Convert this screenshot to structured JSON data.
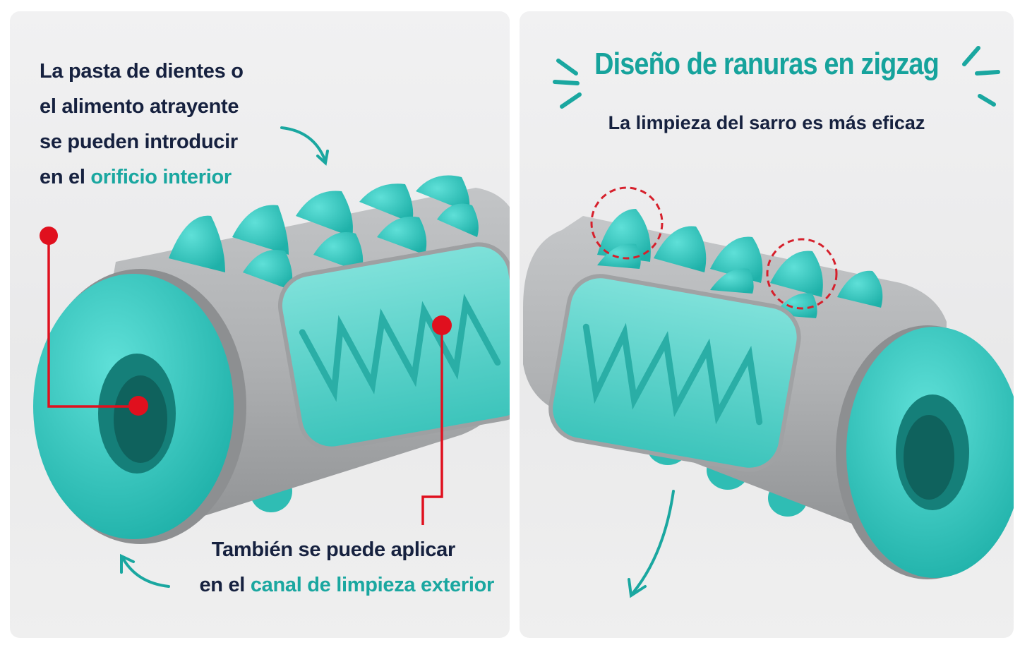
{
  "left_panel": {
    "top_text": {
      "line1": "La pasta de dientes o",
      "line2": "el alimento atrayente",
      "line3": "se pueden introducir",
      "line4_prefix": "en el ",
      "line4_highlight": "orificio interior"
    },
    "bottom_text": {
      "line1": "También se puede aplicar",
      "line2_prefix": "en el ",
      "line2_highlight": "canal de limpieza exterior"
    }
  },
  "right_panel": {
    "title": "Diseño de ranuras en zigzag",
    "subtitle": "La limpieza del sarro es más eficaz"
  },
  "colors": {
    "teal": "#2fc6bd",
    "teal_dark": "#1aa7a0",
    "gray_body": "#a9abad",
    "navy_text": "#16213f",
    "marker_red": "#e0101e"
  },
  "icons": [
    "curved-arrow-icon",
    "sparkle-lines-icon",
    "dashed-circle-icon",
    "red-pointer-icon"
  ]
}
